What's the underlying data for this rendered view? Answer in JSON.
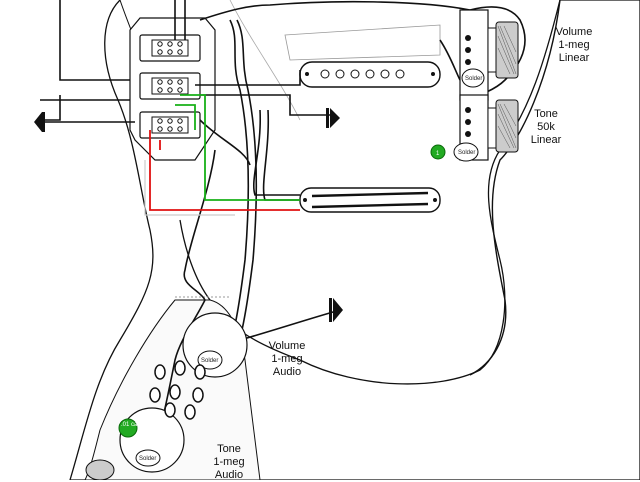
{
  "labels": {
    "volume_top": [
      "Volume",
      "1-meg",
      "Linear"
    ],
    "tone_top": [
      "Tone",
      "50k",
      "Linear"
    ],
    "volume_bottom": [
      "Volume",
      "1-meg",
      "Audio"
    ],
    "tone_bottom": [
      "Tone",
      "1-meg",
      "Audio"
    ],
    "solder": "Solder",
    "cap_top": "1",
    "cap_bottom": ".01 cap"
  },
  "colors": {
    "wire_black": "#111111",
    "wire_red": "#e01010",
    "wire_green": "#18b018",
    "wire_white": "#cccccc",
    "cap_green": "#22aa22",
    "outline": "#111111",
    "fill": "#ffffff"
  },
  "icons": {
    "arrow": "arrow-head-icon",
    "pot": "potentiometer-icon",
    "knob": "knob-icon",
    "switch": "slide-switch-icon",
    "pickup": "pickup-icon",
    "capacitor": "capacitor-icon"
  }
}
